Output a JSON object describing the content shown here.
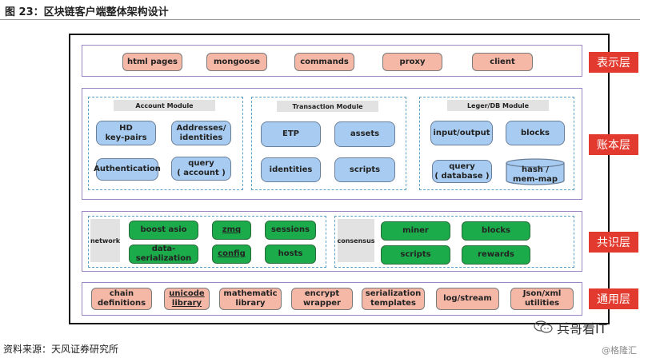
{
  "figure": {
    "title": "图 23：区块链客户端整体架构设计",
    "source": "资料来源：天风证券研究所",
    "watermark_main": "兵哥看IT",
    "watermark_sub": "@格隆汇"
  },
  "layers": {
    "presentation": {
      "label": "表示层",
      "items": [
        "html pages",
        "mongoose",
        "commands",
        "proxy",
        "client"
      ]
    },
    "ledger": {
      "label": "账本层",
      "account": {
        "title": "Account Module",
        "items": [
          "HD\nkey-pairs",
          "Addresses/\nidentities",
          "Authentication",
          "query\n( account )"
        ]
      },
      "transaction": {
        "title": "Transaction Module",
        "items": [
          "ETP",
          "assets",
          "identities",
          "scripts"
        ]
      },
      "legerdb": {
        "title": "Leger/DB Module",
        "items": [
          "input/output",
          "blocks",
          "query\n( database )",
          "hash /\nmem-map"
        ]
      }
    },
    "consensus": {
      "label": "共识层",
      "network": {
        "title": "network",
        "items": [
          "boost asio",
          "zmq",
          "sessions",
          "data-\nserialization",
          "config",
          "hosts"
        ]
      },
      "consensus_group": {
        "title": "consensus",
        "items": [
          "miner",
          "blocks",
          "scripts",
          "rewards"
        ]
      }
    },
    "common": {
      "label": "通用层",
      "items": [
        "chain\ndefinitions",
        "unicode\nlibrary",
        "mathematic\nlibrary",
        "encrypt\nwrapper",
        "serialization\ntemplates",
        "log/stream",
        "Json/xml\nutilities"
      ]
    }
  },
  "colors": {
    "label_red": "#e23a2e",
    "pink_box": "#f5b7a6",
    "blue_box": "#a8ccf1",
    "green_box": "#1bab4a",
    "layer_border": "#9b86c1",
    "dashed_border": "#5aa0c8"
  }
}
